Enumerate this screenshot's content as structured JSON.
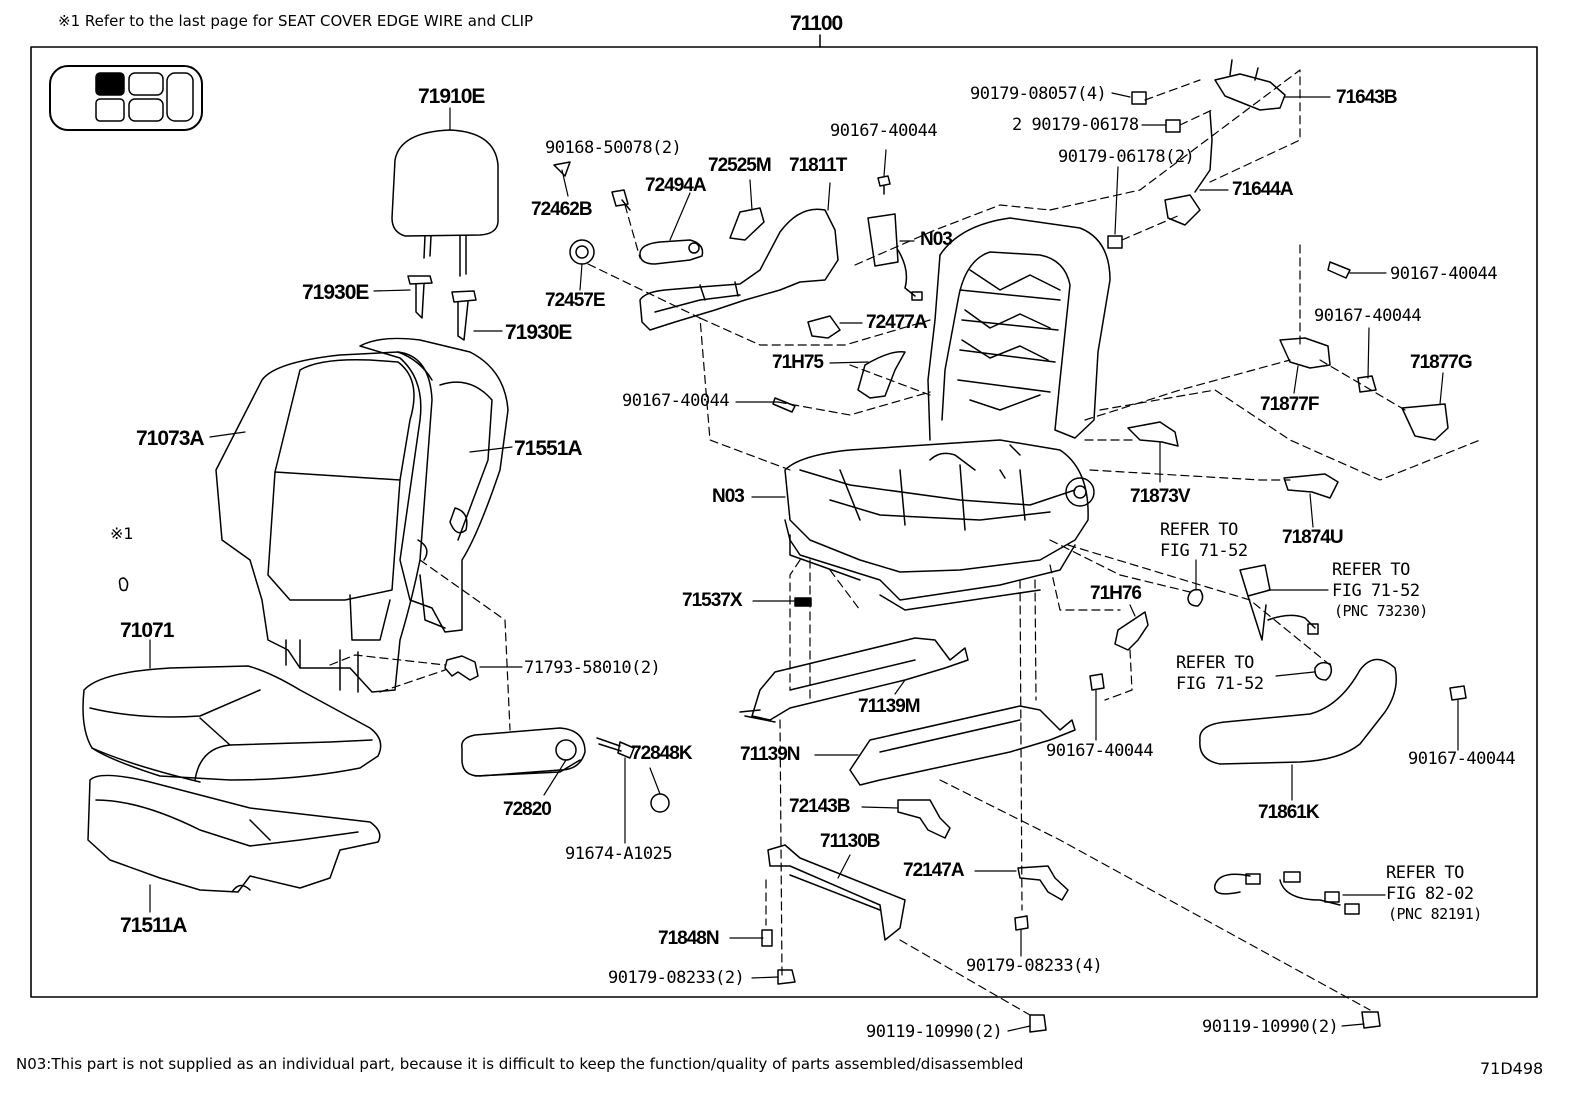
{
  "header_note": "※1 Refer to the last page for SEAT COVER EDGE WIRE and CLIP",
  "assembly_number": "71100",
  "footer_note": "N03:This part is not supplied as an individual part, because it is difficult to keep the function/quality of parts assembled/disassembled",
  "figure_code": "71D498",
  "parts": {
    "p71910E": "71910E",
    "p71930E_a": "71930E",
    "p71930E_b": "71930E",
    "p71073A": "71073A",
    "p71551A": "71551A",
    "note1": "※1",
    "p71071": "71071",
    "p71511A": "71511A",
    "p90168": "90168-50078(2)",
    "p72462B": "72462B",
    "p72494A": "72494A",
    "p72525M": "72525M",
    "p71811T": "71811T",
    "p72457E": "72457E",
    "p90167_top": "90167-40044",
    "pN03_a": "N03",
    "p72477A": "72477A",
    "p71H75": "71H75",
    "p90167_mid": "90167-40044",
    "pN03_b": "N03",
    "p71537X": "71537X",
    "p71793": "71793-58010(2)",
    "p72820": "72820",
    "p72848K": "72848K",
    "p91674": "91674-A1025",
    "p71139M": "71139M",
    "p71139N": "71139N",
    "p72143B": "72143B",
    "p71130B": "71130B",
    "p72147A": "72147A",
    "p71848N": "71848N",
    "p90179_08233_2": "90179-08233(2)",
    "p90179_08233_4": "90179-08233(4)",
    "p90119_a": "90119-10990(2)",
    "p90119_b": "90119-10990(2)",
    "p90179_08057": "90179-08057(4)",
    "p71643B": "71643B",
    "p90179_06178_a": "2 90179-06178",
    "p90179_06178_b": "90179-06178(2)",
    "p71644A": "71644A",
    "p90167_r1": "90167-40044",
    "p90167_r2": "90167-40044",
    "p71877G": "71877G",
    "p71877F": "71877F",
    "p71873V": "71873V",
    "p71874U": "71874U",
    "ref1_a": "REFER TO",
    "ref1_b": "FIG 71-52",
    "ref2_a": "REFER TO",
    "ref2_b": "FIG 71-52",
    "ref2_c": "(PNC 73230)",
    "p71H76": "71H76",
    "ref3_a": "REFER TO",
    "ref3_b": "FIG 71-52",
    "p90167_r3": "90167-40044",
    "p90167_r4": "90167-40044",
    "p71861K": "71861K",
    "ref4_a": "REFER TO",
    "ref4_b": "FIG 82-02",
    "ref4_c": "(PNC 82191)"
  }
}
